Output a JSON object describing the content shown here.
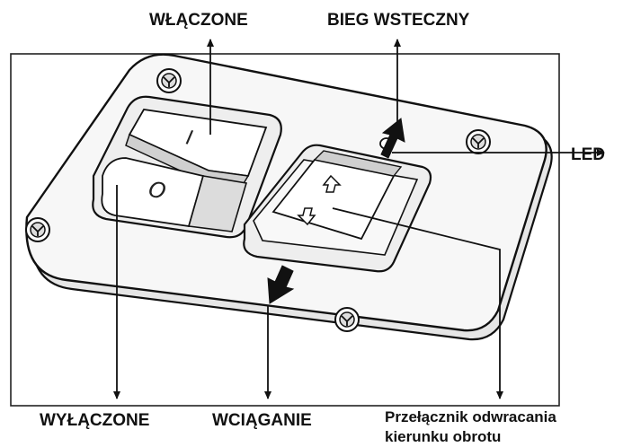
{
  "labels": {
    "on": "WŁĄCZONE",
    "reverse": "BIEG WSTECZNY",
    "led": "LED",
    "off": "WYŁĄCZONE",
    "retract": "WCIĄGANIE",
    "switch_line1": "Przełącznik odwracania",
    "switch_line2": "kierunku obrotu"
  },
  "switch_symbols": {
    "on": "I",
    "off": "O"
  },
  "icons": [
    "screw-icon",
    "arrow-up-icon",
    "arrow-down-icon",
    "led-icon"
  ]
}
